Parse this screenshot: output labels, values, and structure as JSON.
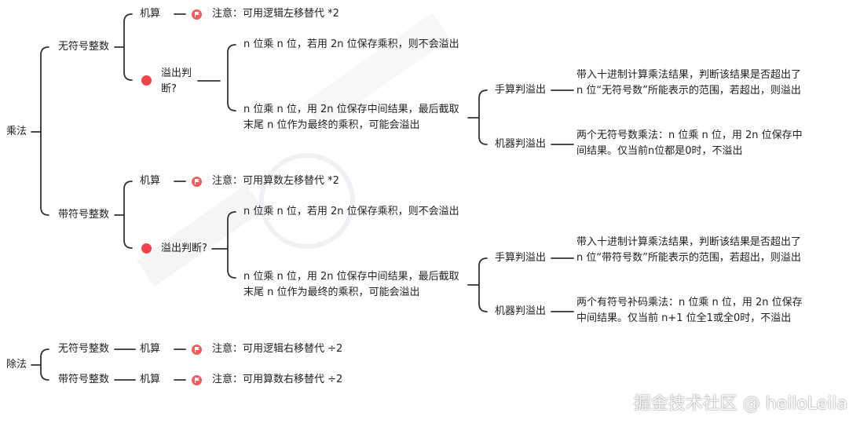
{
  "root": {
    "multiply": "乘法",
    "divide": "除法"
  },
  "mul": {
    "unsigned": {
      "label": "无符号整数",
      "machine": "机算",
      "note": "注意：可用逻辑左移替代 *2",
      "overflow": "溢出判断?",
      "case1": "n 位乘 n 位，若用 2n 位保存乘积，则不会溢出",
      "case2": "n 位乘 n 位，用 2n 位保存中间结果，最后截取末尾 n 位作为最终的乘积，可能会溢出",
      "hand": "手算判溢出",
      "hand_desc": "带入十进制计算乘法结果，判断该结果是否超出了 n 位“无符号数”所能表示的范围，若超出，则溢出",
      "mach": "机器判溢出",
      "mach_desc": "两个无符号数乘法：n 位乘 n 位，用 2n 位保存中间结果。仅当前n位都是0时，不溢出"
    },
    "signed": {
      "label": "带符号整数",
      "machine": "机算",
      "note": "注意：可用算数左移替代 *2",
      "overflow": "溢出判断?",
      "case1": "n 位乘 n 位，若用 2n 位保存乘积，则不会溢出",
      "case2": "n 位乘 n 位，用 2n 位保存中间结果，最后截取末尾 n 位作为最终的乘积，可能会溢出",
      "hand": "手算判溢出",
      "hand_desc": "带入十进制计算乘法结果，判断该结果是否超出了 n 位“带符号数”所能表示的范围，若超出，则溢出",
      "mach": "机器判溢出",
      "mach_desc": "两个有符号补码乘法：n 位乘 n 位，用 2n 位保存中间结果。仅当前 n+1 位全1或全0时，不溢出"
    }
  },
  "div": {
    "unsigned": {
      "label": "无符号整数",
      "machine": "机算",
      "note": "注意：可用逻辑右移替代 ÷2"
    },
    "signed": {
      "label": "带符号整数",
      "machine": "机算",
      "note": "注意：可用算数右移替代 ÷2"
    }
  },
  "brand": "掘金技术社区 @ helloLeila"
}
